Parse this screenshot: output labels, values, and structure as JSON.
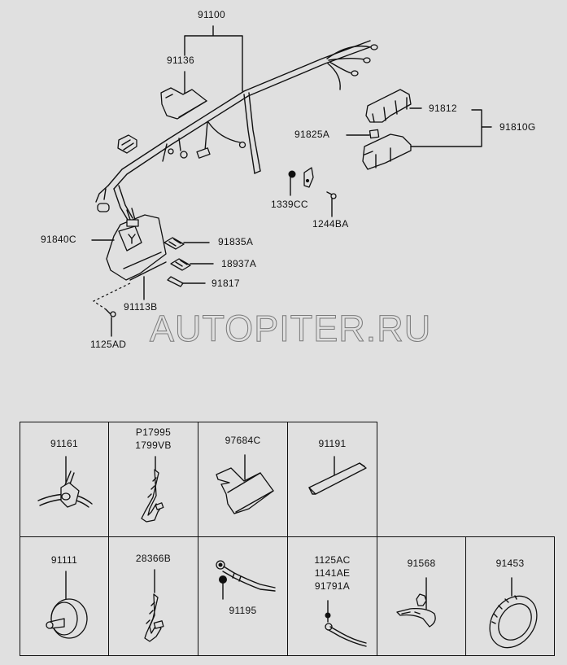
{
  "diagram": {
    "type": "parts-exploded-view",
    "watermark": "AUTOPITER.RU",
    "callouts": {
      "main_harness": "91100",
      "harness_protector": "91136",
      "relay_box_cover": "91812",
      "relay_box_assembly": "91810G",
      "relay": "91825A",
      "nut": "1339CC",
      "bolt": "1244BA",
      "relay_block": "91840C",
      "fuse_large": "91835A",
      "fuse_mid": "18937A",
      "fuse_small": "91817",
      "junction_box": "91113B",
      "screw": "1125AD"
    },
    "parts_table": {
      "row1": [
        {
          "labels": [
            "91161"
          ],
          "icon": "grommet-icon"
        },
        {
          "labels": [
            "P17995",
            "1799VB"
          ],
          "icon": "cable-tie-icon"
        },
        {
          "labels": [
            "97684C"
          ],
          "icon": "protector-icon"
        },
        {
          "labels": [
            "91191"
          ],
          "icon": "tape-icon"
        }
      ],
      "row2": [
        {
          "labels": [
            "91111"
          ],
          "icon": "plug-grommet-icon"
        },
        {
          "labels": [
            "28366B"
          ],
          "icon": "band-clamp-icon"
        },
        {
          "labels": [
            "91195"
          ],
          "icon": "ground-wire-icon"
        },
        {
          "labels": [
            "1125AC",
            "1141AE",
            "91791A"
          ],
          "icon": "ground-bolt-wire-icon"
        },
        {
          "labels": [
            "91568"
          ],
          "icon": "clip-clamp-icon"
        },
        {
          "labels": [
            "91453"
          ],
          "icon": "ring-grommet-icon"
        }
      ]
    }
  }
}
